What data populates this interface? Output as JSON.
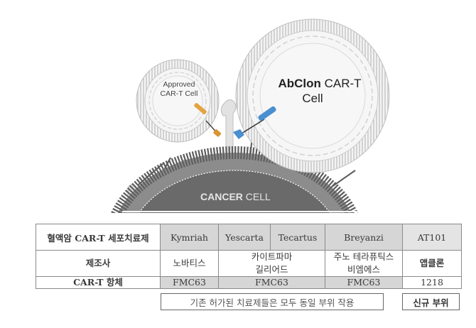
{
  "illustration": {
    "approved_cell_label_line1": "Approved",
    "approved_cell_label_line2": "CAR-T Cell",
    "abclon_cell_label_bold": "AbClon",
    "abclon_cell_label_rest": " CAR-T",
    "abclon_cell_label_line2": "Cell",
    "cancer_cell_label_bold": "CANCER",
    "cancer_cell_label_rest": " CELL",
    "colors": {
      "approved_car": "#e3a340",
      "abclon_car": "#4a8fd0",
      "cancer_cell": "#6a6a6a",
      "membrane": "#c8c8c8"
    }
  },
  "table": {
    "header": {
      "label": "혈액암 CAR-T 세포치료제",
      "products": [
        "Kymriah",
        "Yescarta",
        "Tecartus",
        "Breyanzi",
        "AT101"
      ]
    },
    "manufacturer_row": {
      "label": "제조사",
      "kymriah": "노바티스",
      "kite_line1": "카이트파마",
      "kite_line2": "길리어드",
      "juno_line1": "주노 테라퓨틱스",
      "juno_line2": "비엠에스",
      "abclon": "앱클론"
    },
    "antibody_row": {
      "label": "CAR-T 항체",
      "kymriah": "FMC63",
      "kite": "FMC63",
      "breyanzi": "FMC63",
      "at101": "1218"
    }
  },
  "notes": {
    "existing": "기존 허가된 치료제들은 모두 동일 부위 작용",
    "new": "신규 부위"
  }
}
